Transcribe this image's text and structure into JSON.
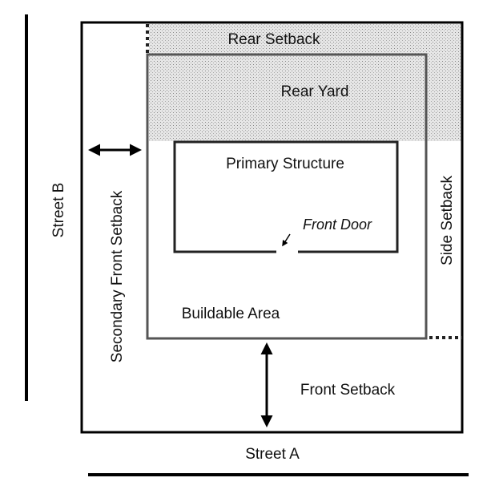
{
  "labels": {
    "street_a": "Street A",
    "street_b": "Street B",
    "rear_setback": "Rear Setback",
    "rear_yard": "Rear Yard",
    "primary_structure": "Primary Structure",
    "front_door": "Front Door",
    "buildable_area": "Buildable Area",
    "front_setback": "Front Setback",
    "side_setback": "Side Setback",
    "secondary_front_setback": "Secondary Front Setback"
  },
  "colors": {
    "lot_border": "#000000",
    "buildable_border": "#555555",
    "stipple": "#d9d9d9"
  }
}
